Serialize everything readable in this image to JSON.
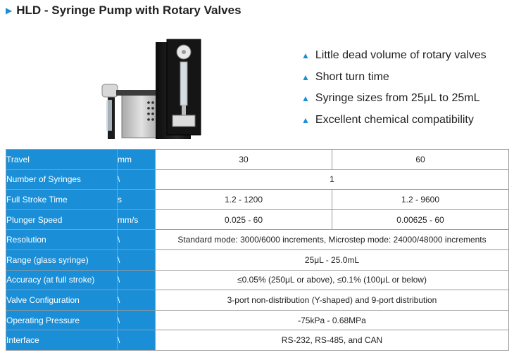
{
  "title": "HLD - Syringe Pump with Rotary Valves",
  "features": [
    "Little dead volume of rotary valves",
    "Short turn time",
    "Syringe sizes from 25μL to 25mL",
    "Excellent chemical compatibility"
  ],
  "specs": [
    {
      "label": "Travel",
      "unit": "mm",
      "values": [
        "30",
        "60"
      ]
    },
    {
      "label": "Number of Syringes",
      "unit": "\\",
      "value": "1"
    },
    {
      "label": "Full Stroke Time",
      "unit": "s",
      "values": [
        "1.2 - 1200",
        "1.2 - 9600"
      ]
    },
    {
      "label": "Plunger Speed",
      "unit": "mm/s",
      "values": [
        "0.025 - 60",
        "0.00625 - 60"
      ]
    },
    {
      "label": "Resolution",
      "unit": "\\",
      "value": "Standard mode: 3000/6000 increments, Microstep mode: 24000/48000 increments"
    },
    {
      "label": "Range (glass syringe)",
      "unit": "\\",
      "value": "25μL - 25.0mL"
    },
    {
      "label": "Accuracy (at full stroke)",
      "unit": "\\",
      "value": "≤0.05% (250μL or above), ≤0.1% (100μL or below)"
    },
    {
      "label": "Valve Configuration",
      "unit": "\\",
      "value": "3-port non-distribution (Y-shaped) and 9-port distribution"
    },
    {
      "label": "Operating Pressure",
      "unit": "\\",
      "value": "-75kPa - 0.68MPa"
    },
    {
      "label": "Interface",
      "unit": "\\",
      "value": "RS-232, RS-485, and CAN"
    }
  ]
}
